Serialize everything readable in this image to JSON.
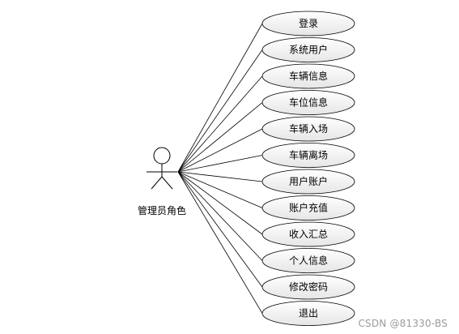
{
  "actor": {
    "label": "管理员角色",
    "icon": "stick-figure-icon"
  },
  "use_cases": [
    {
      "id": "login",
      "label": "登录"
    },
    {
      "id": "system-users",
      "label": "系统用户"
    },
    {
      "id": "vehicle-info",
      "label": "车辆信息"
    },
    {
      "id": "parking-space-info",
      "label": "车位信息"
    },
    {
      "id": "vehicle-entry",
      "label": "车辆入场"
    },
    {
      "id": "vehicle-exit",
      "label": "车辆离场"
    },
    {
      "id": "user-account",
      "label": "用户账户"
    },
    {
      "id": "account-recharge",
      "label": "账户充值"
    },
    {
      "id": "income-summary",
      "label": "收入汇总"
    },
    {
      "id": "personal-info",
      "label": "个人信息"
    },
    {
      "id": "change-password",
      "label": "修改密码"
    },
    {
      "id": "logout",
      "label": "退出"
    }
  ],
  "watermark": "CSDN @81330-BS",
  "colors": {
    "stroke": "#000000",
    "ellipse_fill_top": "#ffffff",
    "ellipse_fill_bottom": "#e6e6e6"
  }
}
